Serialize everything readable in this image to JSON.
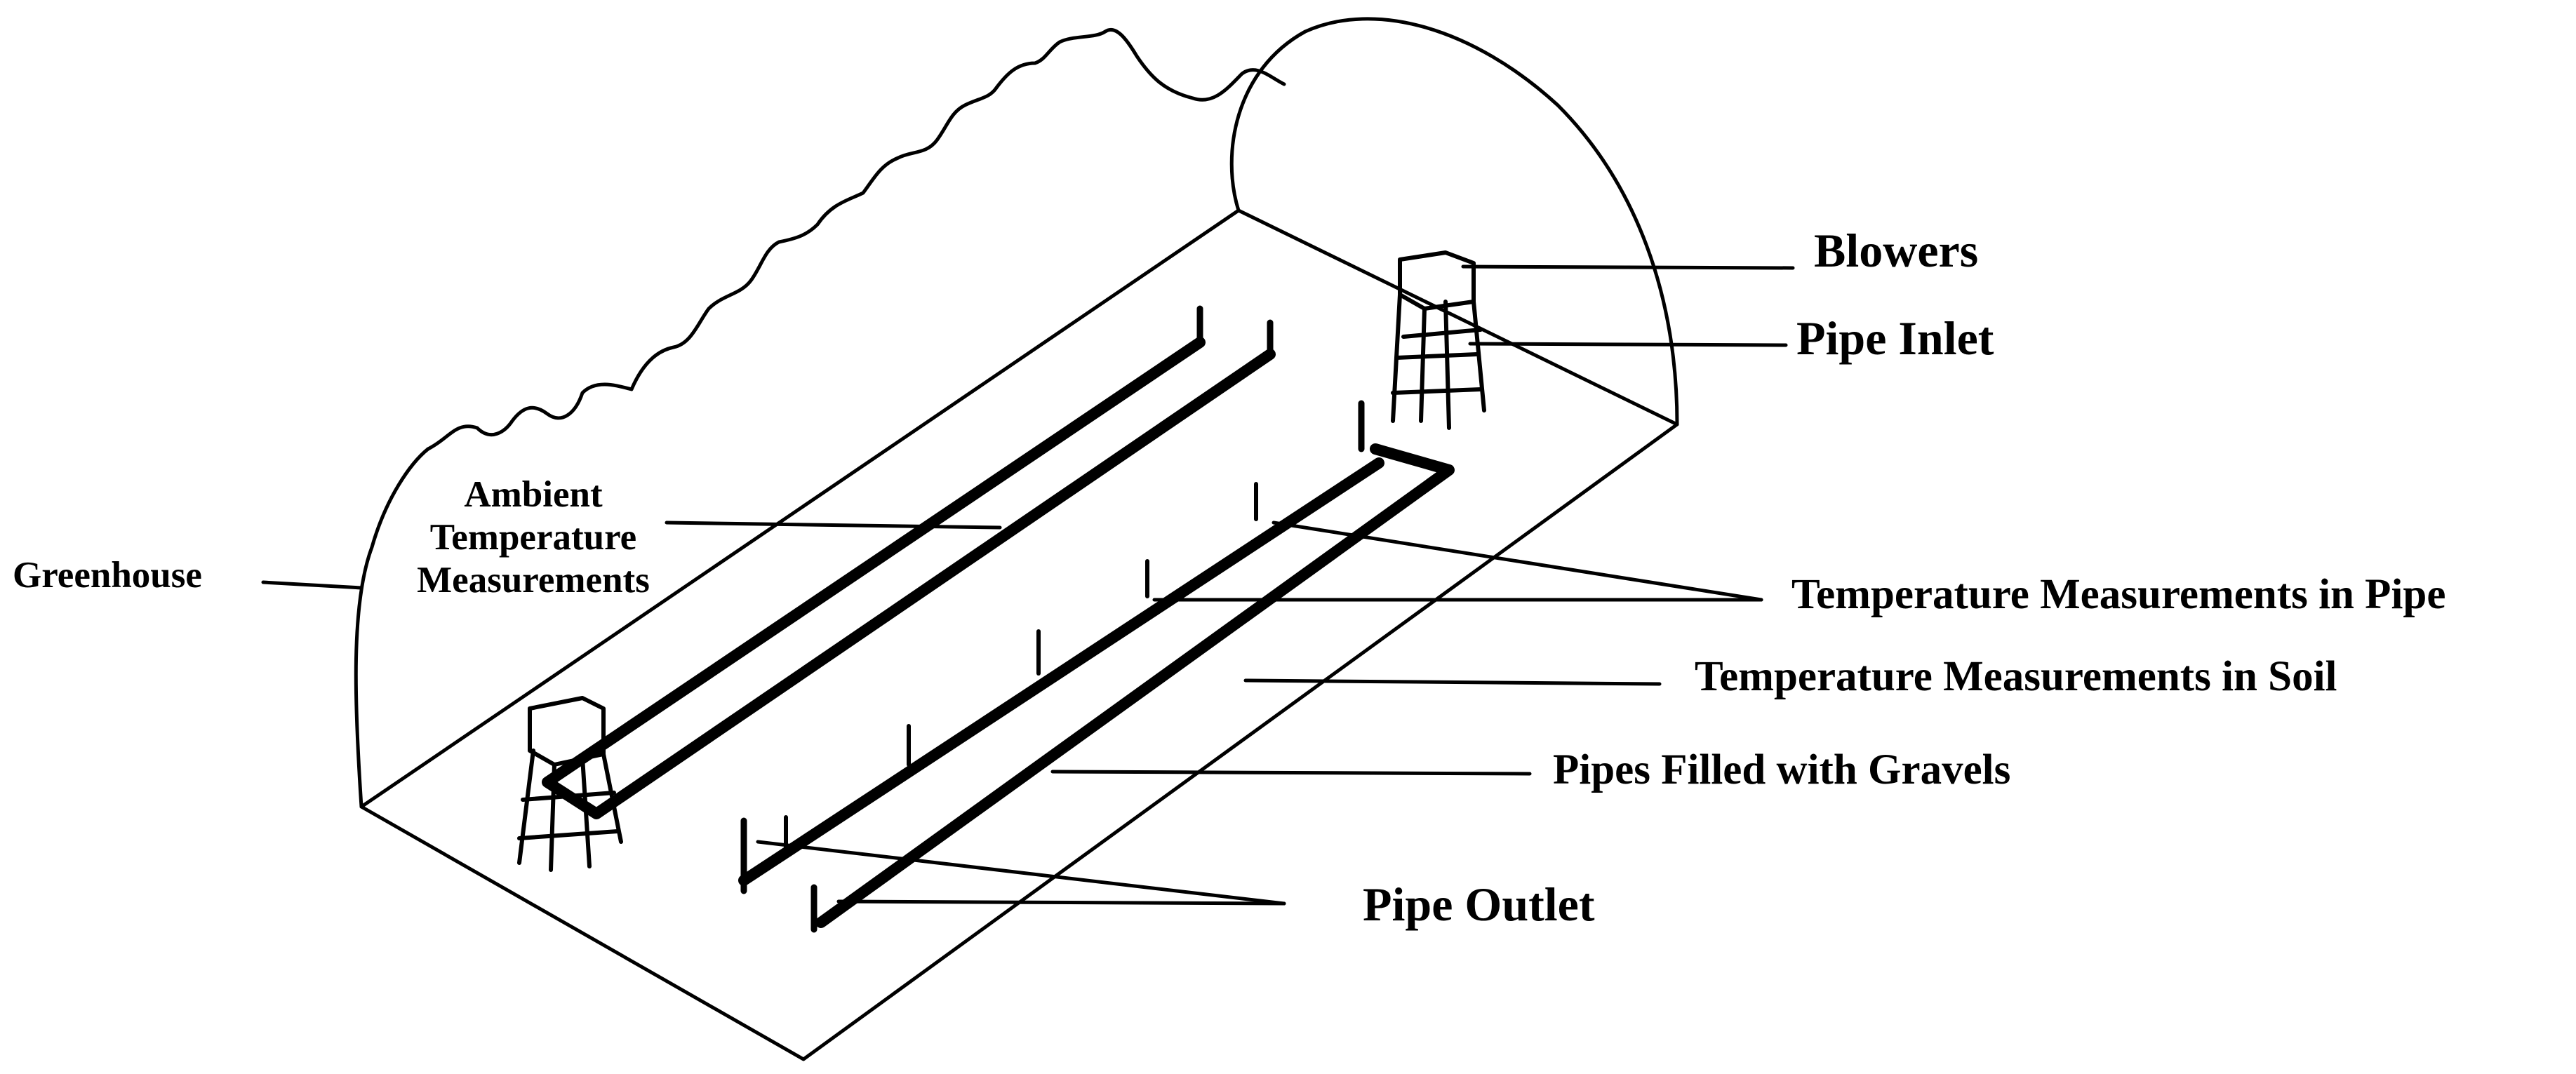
{
  "diagram": {
    "labels": {
      "blowers": "Blowers",
      "pipe_inlet": "Pipe Inlet",
      "ambient_line1": "Ambient",
      "ambient_line2": "Temperature",
      "ambient_line3": "Measurements",
      "greenhouse": "Greenhouse",
      "temp_in_pipe": "Temperature Measurements in Pipe",
      "temp_in_soil": "Temperature Measurements in Soil",
      "pipes_gravels": "Pipes Filled with Gravels",
      "pipe_outlet": "Pipe Outlet"
    },
    "colors": {
      "ink": "#000000",
      "background": "#ffffff"
    }
  }
}
